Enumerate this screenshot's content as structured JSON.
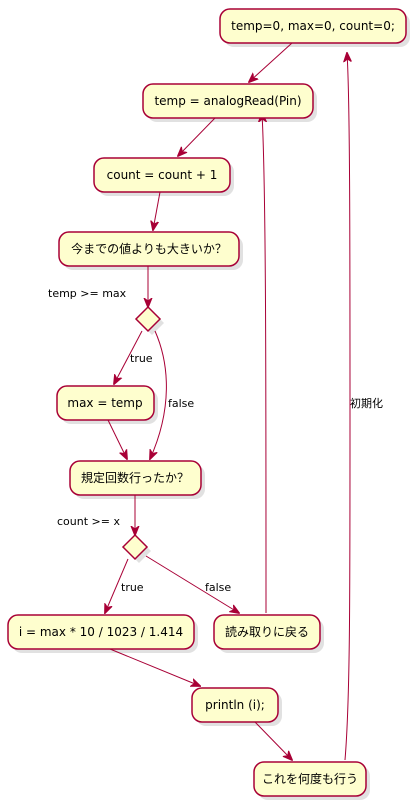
{
  "nodes": {
    "init": "temp=0, max=0, count=0;",
    "read": "temp = analogRead(Pin)",
    "count": "count = count + 1",
    "question1": "今までの値よりも大きいか？",
    "assign_max": "max = temp",
    "question2": "規定回数行ったか？",
    "compute_i": "i = max * 10 / 1023 / 1.414",
    "back_to_read": "読み取りに戻る",
    "println": "println (i);",
    "repeat": "これを何度も行う"
  },
  "labels": {
    "cond1": "temp >= max",
    "cond1_true": "true",
    "cond1_false": "false",
    "cond2": "count >= x",
    "cond2_true": "true",
    "cond2_false": "false",
    "loop_back": "初期化"
  },
  "colors": {
    "node_fill": "#fefece",
    "stroke": "#a80036"
  }
}
